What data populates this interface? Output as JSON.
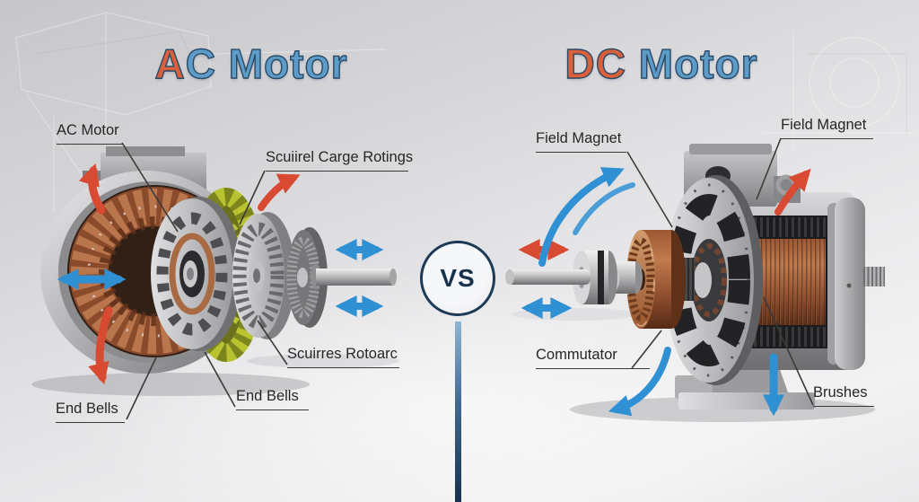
{
  "ac": {
    "title": {
      "orange": "A",
      "blue": "C Motor"
    },
    "labels": {
      "motor": "AC Motor",
      "cage": "Scuiirel Carge Rotings",
      "rotor": "Scuirres Rotoarc",
      "end_bells_left": "End Bells",
      "end_bells_right": "End Bells"
    }
  },
  "dc": {
    "title": {
      "orange": "DC",
      "blue": " Motor"
    },
    "labels": {
      "field_magnet_left": "Field Magnet",
      "field_magnet_right": "Field Magnet",
      "commutator": "Commutator",
      "brushes": "Brushes"
    }
  },
  "center": {
    "vs": "VS"
  },
  "colors": {
    "title_orange": "#d9603a",
    "title_blue": "#5d9cc8",
    "title_outline": "#2b4a66",
    "divider_navy": "#1c3a58",
    "divider_light": "#8fb5d4",
    "arrow_blue": "#2f90d3",
    "arrow_red": "#d94a33",
    "copper": "#a65c35",
    "cage_yellow": "#b9c32f",
    "label_text": "#262626"
  }
}
